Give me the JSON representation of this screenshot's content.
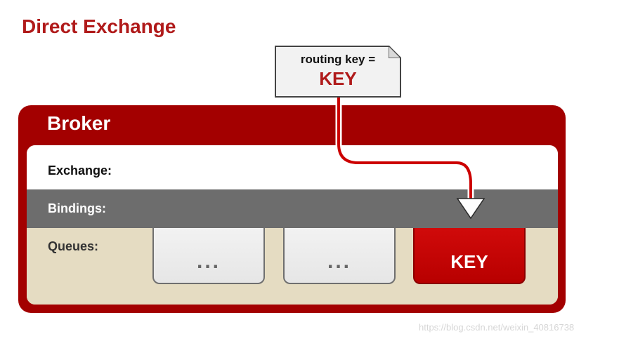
{
  "title": "Direct Exchange",
  "message": {
    "label": "routing key =",
    "key": "KEY"
  },
  "broker": {
    "label": "Broker",
    "rows": {
      "exchange": "Exchange:",
      "bindings": "Bindings:",
      "queues": "Queues:"
    },
    "queues": [
      {
        "label": "..."
      },
      {
        "label": "..."
      },
      {
        "label": "KEY",
        "highlighted": true
      }
    ]
  },
  "watermark": "https://blog.csdn.net/weixin_40816738",
  "colors": {
    "brand_red": "#a30000",
    "title_red": "#b01a1a",
    "bindings_gray": "#6d6d6d",
    "queue_area": "#e5dcc2"
  }
}
